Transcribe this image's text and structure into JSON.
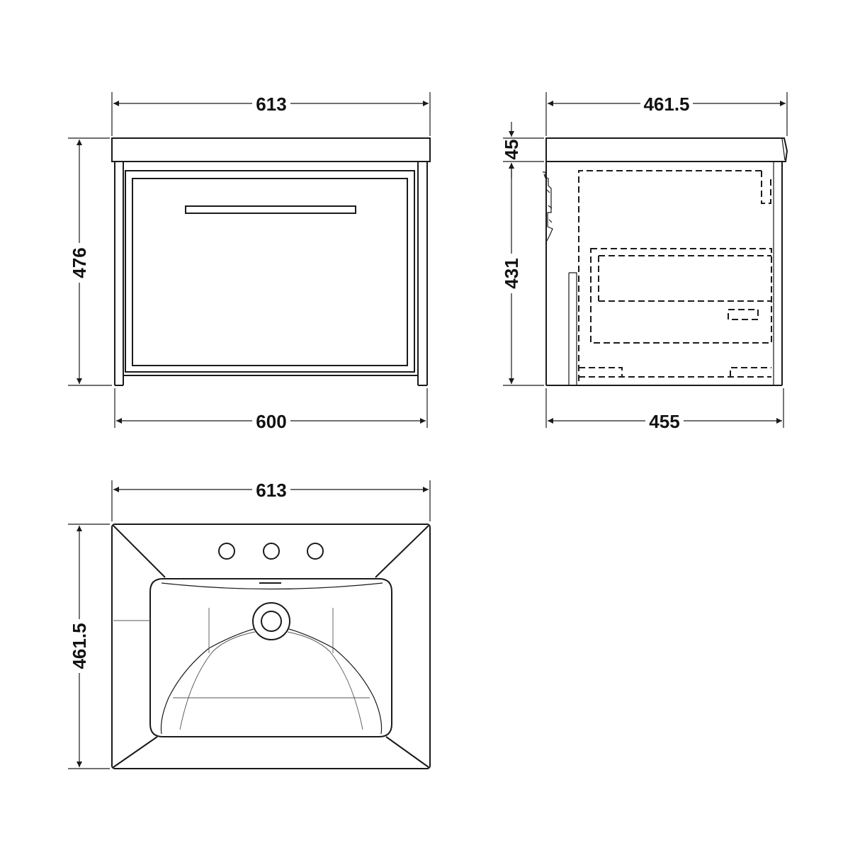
{
  "front_view": {
    "top_width": "613",
    "height": "476",
    "base_width": "600"
  },
  "side_view": {
    "top_depth": "461.5",
    "basin_thickness": "45",
    "cabinet_height": "431",
    "base_depth": "455"
  },
  "plan_view": {
    "width": "613",
    "depth": "461.5"
  },
  "colors": {
    "line": "#1a1a1a",
    "background": "#ffffff"
  }
}
